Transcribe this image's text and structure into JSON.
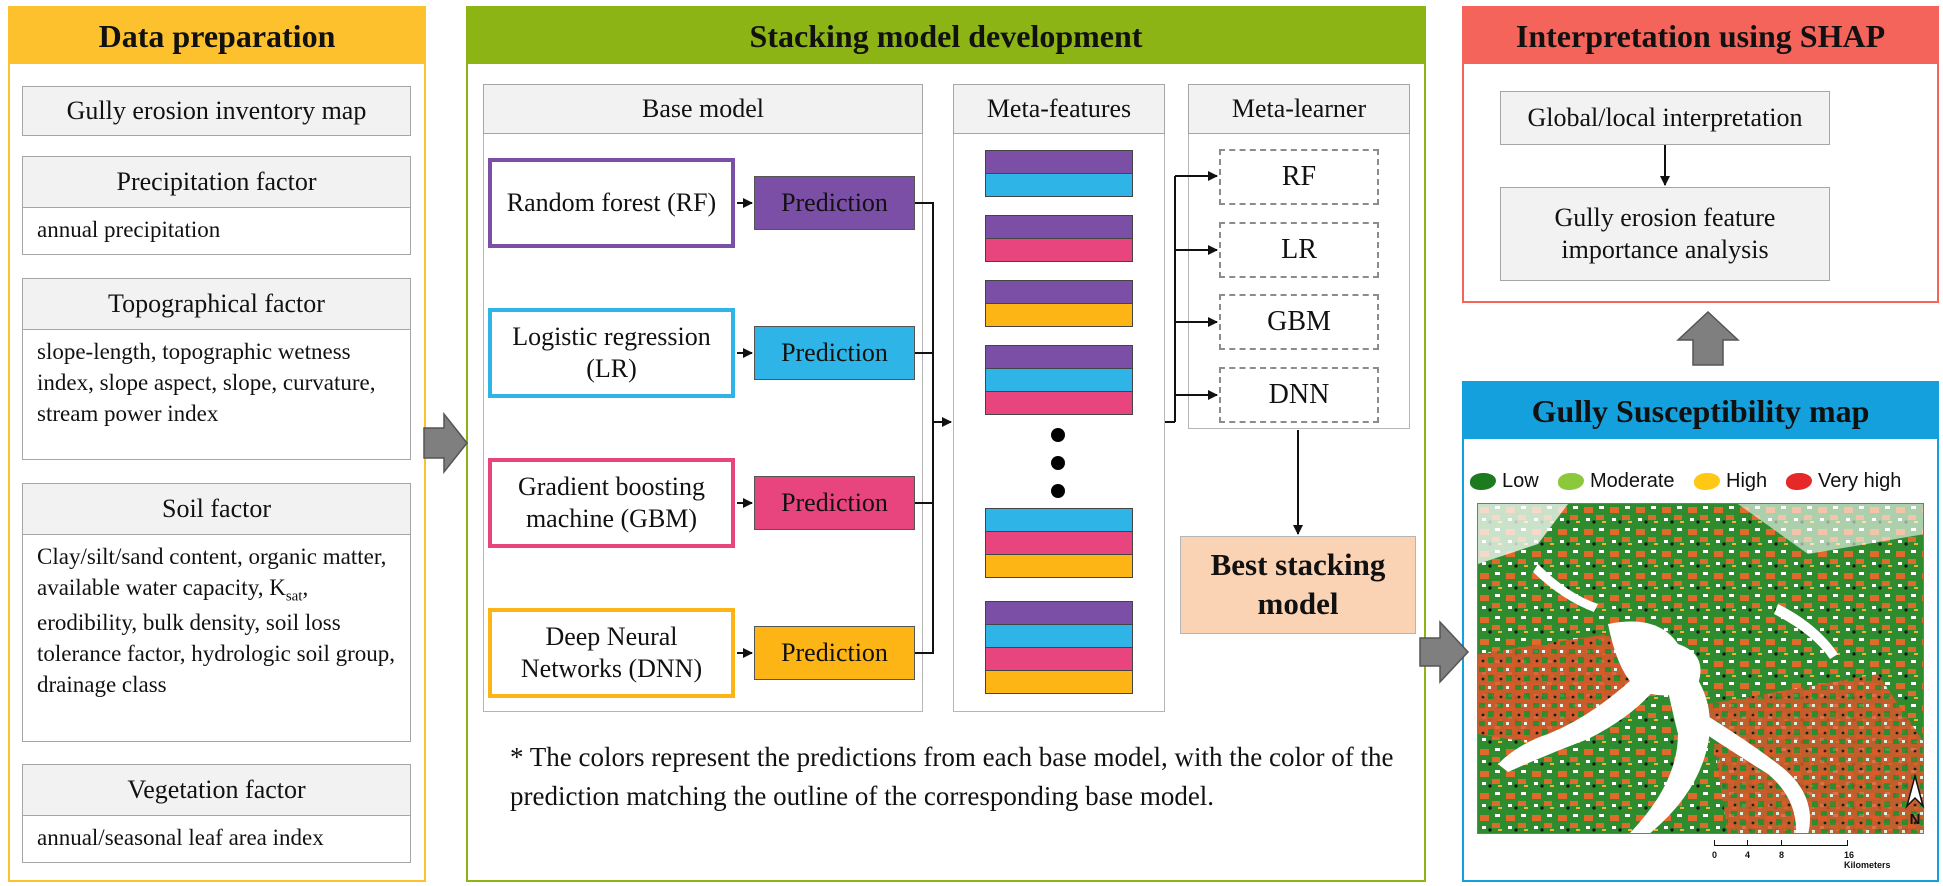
{
  "colors": {
    "rf": "#7B4FA6",
    "lr": "#2EB4E6",
    "gbm": "#E8447D",
    "dnn": "#FDB515",
    "data_prep_header": "#FDC12D",
    "stacking_header": "#8CB414",
    "shap_header": "#F4645A",
    "map_header": "#14A0DC",
    "best_model_fill": "#FAD2B4"
  },
  "data_preparation": {
    "title": "Data preparation",
    "inventory": "Gully erosion inventory map",
    "factors": [
      {
        "title": "Precipitation factor",
        "detail": "annual precipitation"
      },
      {
        "title": "Topographical factor",
        "detail": "slope-length, topographic wetness index, slope aspect, slope, curvature, stream power index"
      },
      {
        "title": "Soil factor",
        "detail_before": "Clay/silt/sand content, organic matter, available water capacity, K",
        "detail_sub": "sat",
        "detail_after": ", erodibility, bulk density, soil loss tolerance factor, hydrologic soil group, drainage class"
      },
      {
        "title": "Vegetation factor",
        "detail": "annual/seasonal leaf area index"
      }
    ]
  },
  "stacking": {
    "title": "Stacking model development",
    "base_model_header": "Base model",
    "meta_features_header": "Meta-features",
    "meta_learner_header": "Meta-learner",
    "base_models": [
      {
        "key": "rf",
        "label": "Random forest (RF)"
      },
      {
        "key": "lr",
        "label": "Logistic regression (LR)"
      },
      {
        "key": "gbm",
        "label": "Gradient boosting machine (GBM)"
      },
      {
        "key": "dnn",
        "label": "Deep Neural Networks (DNN)"
      }
    ],
    "prediction_label": "Prediction",
    "meta_learners": [
      "RF",
      "LR",
      "GBM",
      "DNN"
    ],
    "best_model": "Best stacking model",
    "note": "* The colors represent the predictions from each base model, with the color of the prediction matching the outline of the corresponding base model."
  },
  "shap": {
    "title": "Interpretation using SHAP",
    "step1": "Global/local interpretation",
    "step2": "Gully erosion feature importance analysis"
  },
  "map": {
    "title": "Gully Susceptibility map",
    "legend": [
      {
        "label": "Low",
        "color": "#1E7A1E"
      },
      {
        "label": "Moderate",
        "color": "#8CC83C"
      },
      {
        "label": "High",
        "color": "#FFC814"
      },
      {
        "label": "Very high",
        "color": "#E62828"
      }
    ],
    "north": "N",
    "scale_ticks": [
      "0",
      "4",
      "8",
      "16 Kilometers"
    ]
  }
}
